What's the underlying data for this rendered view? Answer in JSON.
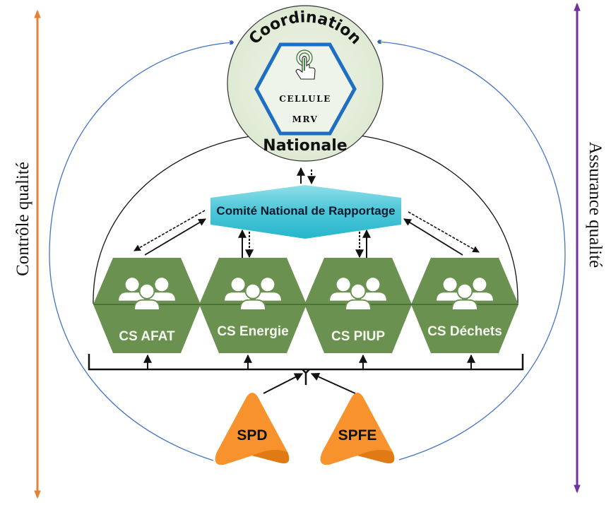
{
  "diagram": {
    "left_axis": {
      "label": "Contrôle qualité",
      "color": "#e8802f"
    },
    "right_axis": {
      "label": "Assurance qualité",
      "color": "#7030a0"
    },
    "coordination": {
      "top_label": "Coordination",
      "bottom_label": "Nationale",
      "fill": "#e2ecd9",
      "cell": {
        "line1": "CELLULE",
        "line2": "MRV",
        "icon": "touch-hand-icon",
        "border_color": "#1e6fc4"
      }
    },
    "committee": {
      "label": "Comité National de Rapportage",
      "fill": "#3cc0d3"
    },
    "sectoral_cells": {
      "fill": "#6a9150",
      "items": [
        {
          "label": "CS AFAT",
          "icon": "group-icon"
        },
        {
          "label": "CS Energie",
          "icon": "group-icon"
        },
        {
          "label": "CS PIUP",
          "icon": "group-icon"
        },
        {
          "label": "CS Déchets",
          "icon": "group-icon"
        }
      ]
    },
    "focal_points": {
      "fill": "#f7922d",
      "items": [
        {
          "label": "SPD"
        },
        {
          "label": "SPFE"
        }
      ]
    },
    "loop_color": "#4472c4"
  }
}
